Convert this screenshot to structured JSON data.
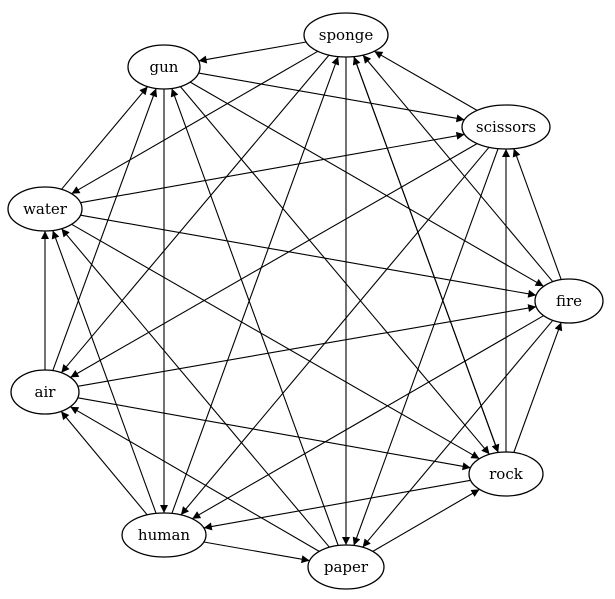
{
  "diagram": {
    "type": "directed-graph",
    "nodes": [
      {
        "id": "sponge",
        "label": "sponge"
      },
      {
        "id": "gun",
        "label": "gun"
      },
      {
        "id": "scissors",
        "label": "scissors"
      },
      {
        "id": "water",
        "label": "water"
      },
      {
        "id": "fire",
        "label": "fire"
      },
      {
        "id": "air",
        "label": "air"
      },
      {
        "id": "rock",
        "label": "rock"
      },
      {
        "id": "human",
        "label": "human"
      },
      {
        "id": "paper",
        "label": "paper"
      }
    ],
    "edges": [
      {
        "from": "sponge",
        "to": "gun"
      },
      {
        "from": "sponge",
        "to": "water"
      },
      {
        "from": "sponge",
        "to": "air"
      },
      {
        "from": "sponge",
        "to": "paper"
      },
      {
        "from": "sponge",
        "to": "rock"
      },
      {
        "from": "gun",
        "to": "scissors"
      },
      {
        "from": "gun",
        "to": "fire"
      },
      {
        "from": "gun",
        "to": "rock"
      },
      {
        "from": "gun",
        "to": "human"
      },
      {
        "from": "scissors",
        "to": "sponge"
      },
      {
        "from": "scissors",
        "to": "air"
      },
      {
        "from": "scissors",
        "to": "human"
      },
      {
        "from": "scissors",
        "to": "paper"
      },
      {
        "from": "water",
        "to": "gun"
      },
      {
        "from": "water",
        "to": "scissors"
      },
      {
        "from": "water",
        "to": "fire"
      },
      {
        "from": "water",
        "to": "rock"
      },
      {
        "from": "fire",
        "to": "sponge"
      },
      {
        "from": "fire",
        "to": "scissors"
      },
      {
        "from": "fire",
        "to": "human"
      },
      {
        "from": "fire",
        "to": "paper"
      },
      {
        "from": "air",
        "to": "gun"
      },
      {
        "from": "air",
        "to": "water"
      },
      {
        "from": "air",
        "to": "fire"
      },
      {
        "from": "air",
        "to": "rock"
      },
      {
        "from": "rock",
        "to": "sponge"
      },
      {
        "from": "rock",
        "to": "scissors"
      },
      {
        "from": "rock",
        "to": "fire"
      },
      {
        "from": "rock",
        "to": "human"
      },
      {
        "from": "human",
        "to": "sponge"
      },
      {
        "from": "human",
        "to": "water"
      },
      {
        "from": "human",
        "to": "air"
      },
      {
        "from": "human",
        "to": "paper"
      },
      {
        "from": "paper",
        "to": "gun"
      },
      {
        "from": "paper",
        "to": "water"
      },
      {
        "from": "paper",
        "to": "air"
      },
      {
        "from": "paper",
        "to": "rock"
      }
    ]
  }
}
